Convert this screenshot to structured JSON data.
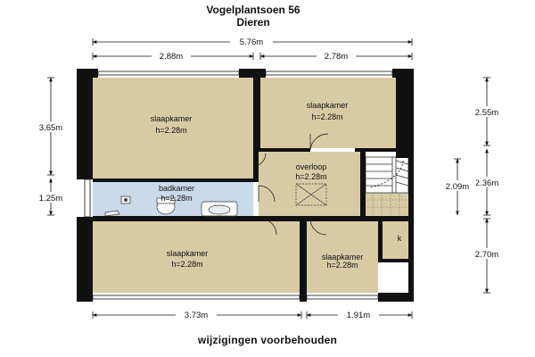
{
  "title": {
    "line1": "Vogelplantsoen 56",
    "line2": "Dieren"
  },
  "dimensions": {
    "top_total": "5.76m",
    "top_left": "2.88m",
    "top_right": "2.78m",
    "left_upper": "3.65m",
    "left_lower": "1.25m",
    "right_upper": "2.55m",
    "right_middle": "2.36m",
    "stair": "2.09m",
    "right_lower": "2.70m",
    "bottom_left": "3.73m",
    "bottom_right": "1.91m"
  },
  "rooms": {
    "top_left": {
      "name": "slaapkamer",
      "height": "h=2.28m"
    },
    "top_right": {
      "name": "slaapkamer",
      "height": "h=2.28m"
    },
    "landing": {
      "name": "overloop",
      "height": "h=2.28m"
    },
    "bathroom": {
      "name": "badkamer",
      "height": "h=2.28m"
    },
    "bottom_left": {
      "name": "slaapkamer",
      "height": "h=2.28m"
    },
    "bottom_right": {
      "name": "slaapkamer",
      "height": "h=2.28m"
    },
    "closet": {
      "name": "k"
    }
  },
  "colors": {
    "floor": "#d8cba4",
    "bathroom": "#c9daea",
    "wall": "#111111"
  },
  "footer": "wijzigingen voorbehouden"
}
